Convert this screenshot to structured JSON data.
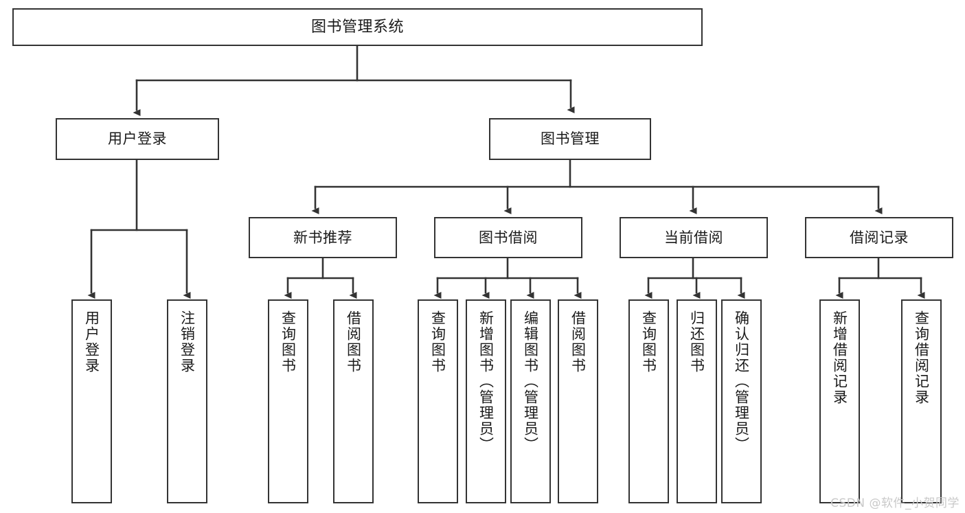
{
  "diagram": {
    "title": "图书管理系统",
    "type": "tree-hierarchy-diagram",
    "colors": {
      "box_border": "#333333",
      "box_fill": "#ffffff",
      "edge": "#333333",
      "text": "#1a1a1a",
      "background": "#ffffff",
      "watermark": "#c9c9c9"
    },
    "root": {
      "label": "图书管理系统"
    },
    "level1": [
      {
        "label": "用户登录"
      },
      {
        "label": "图书管理"
      }
    ],
    "level2": [
      {
        "label": "新书推荐"
      },
      {
        "label": "图书借阅"
      },
      {
        "label": "当前借阅"
      },
      {
        "label": "借阅记录"
      }
    ],
    "leaves": {
      "user_login": [
        {
          "label": "用户登录"
        },
        {
          "label": "注销登录"
        }
      ],
      "new_book_recommend": [
        {
          "label": "查询图书"
        },
        {
          "label": "借阅图书"
        }
      ],
      "book_borrow": [
        {
          "label": "查询图书"
        },
        {
          "label": "新增图书（管理员）"
        },
        {
          "label": "编辑图书（管理员）"
        },
        {
          "label": "借阅图书"
        }
      ],
      "current_borrow": [
        {
          "label": "查询图书"
        },
        {
          "label": "归还图书"
        },
        {
          "label": "确认归还（管理员）"
        }
      ],
      "borrow_records": [
        {
          "label": "新增借阅记录"
        },
        {
          "label": "查询借阅记录"
        }
      ]
    }
  },
  "watermark": {
    "text": "CSDN @软件_小贺同学"
  }
}
